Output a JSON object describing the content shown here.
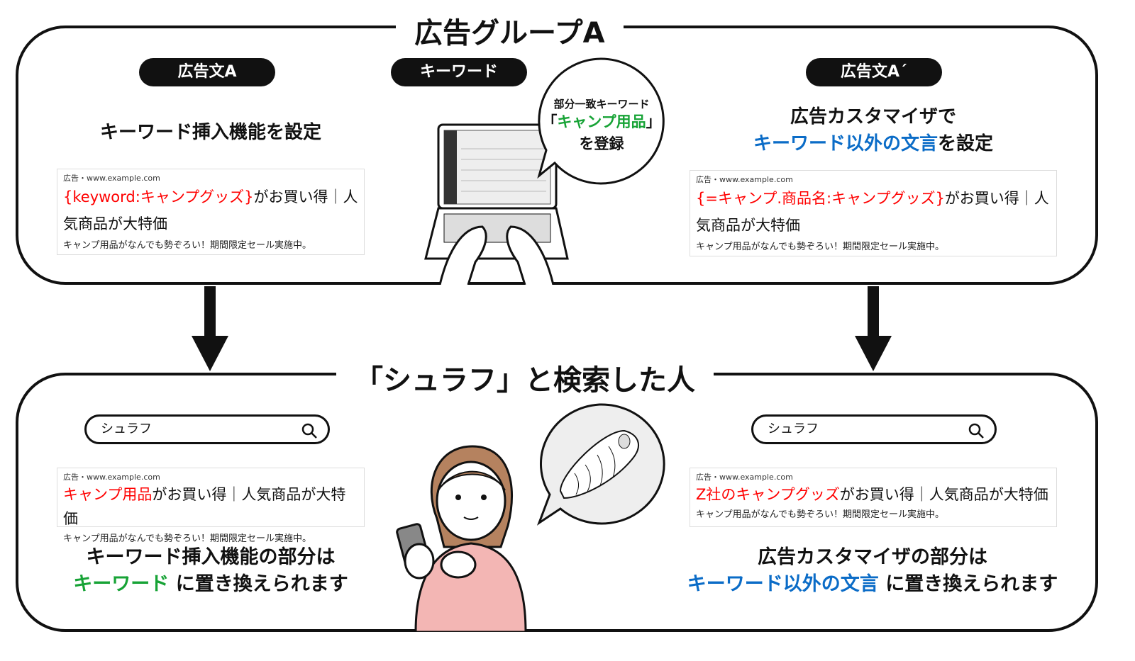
{
  "top": {
    "title": "広告グループA",
    "left_pill": "広告文A",
    "mid_pill": "キーワード",
    "right_pill": "広告文A´",
    "left_caption": "キーワード挿入機能を設定",
    "right_caption_1": "広告カスタマイザで",
    "right_caption_2_blue": "キーワード以外の文言",
    "right_caption_2_rest": "を設定",
    "bubble_1": "部分一致キーワード",
    "bubble_2_open": "「",
    "bubble_2_green": "キャンプ用品",
    "bubble_2_close": "」",
    "bubble_3": "を登録",
    "ad_left": {
      "source": "広告・www.example.com",
      "red": "{keyword:キャンプグッズ}",
      "rest": "がお買い得｜人気商品が大特価",
      "desc": "キャンプ用品がなんでも勢ぞろい！期間限定セール実施中。"
    },
    "ad_right": {
      "source": "広告・www.example.com",
      "red": "{=キャンプ.商品名:キャンプグッズ}",
      "rest": "がお買い得｜人気商品が大特価",
      "desc": "キャンプ用品がなんでも勢ぞろい！期間限定セール実施中。"
    }
  },
  "bottom": {
    "title": "「シュラフ」と検索した人",
    "search_left": "シュラフ",
    "search_right": "シュラフ",
    "ad_left": {
      "source": "広告・www.example.com",
      "red": "キャンプ用品",
      "rest": "がお買い得｜人気商品が大特価",
      "desc": "キャンプ用品がなんでも勢ぞろい！期間限定セール実施中。"
    },
    "ad_right": {
      "source": "広告・www.example.com",
      "red": "Z社のキャンプグッズ",
      "rest": "がお買い得｜人気商品が大特価",
      "desc": "キャンプ用品がなんでも勢ぞろい！期間限定セール実施中。"
    },
    "left_caption_1": "キーワード挿入機能の部分は",
    "left_caption_2_green": "キーワード",
    "left_caption_2_rest": " に置き換えられます",
    "right_caption_1": "広告カスタマイザの部分は",
    "right_caption_2_blue": "キーワード以外の文言",
    "right_caption_2_rest": " に置き換えられます"
  },
  "colors": {
    "red": "#ff0000",
    "green": "#17a336",
    "blue": "#0b6cc7"
  }
}
